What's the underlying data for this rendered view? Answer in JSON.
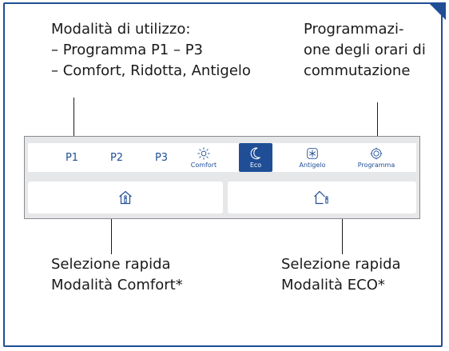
{
  "annotations": {
    "modes_title": "Modalità di utilizzo:",
    "modes_line1": "– Programma P1  – P3",
    "modes_line2": "– Comfort, Ridotta, Antigelo",
    "prog_line1": "Programmazi-",
    "prog_line2": "one degli orari di",
    "prog_line3": "commutazione",
    "comfort_line1": "Selezione rapida",
    "comfort_line2": "Modalità Comfort*",
    "eco_line1": "Selezione rapida",
    "eco_line2": "Modalità ECO*"
  },
  "toolbar": {
    "p1": "P1",
    "p2": "P2",
    "p3": "P3",
    "comfort": "Comfort",
    "eco": "Eco",
    "antigelo": "Antigelo",
    "programma": "Programma",
    "active": "eco"
  },
  "quick_select": {
    "comfort_icon": "house-person-icon",
    "eco_icon": "house-person-outside-icon"
  },
  "colors": {
    "accent": "#1f4e96",
    "panel": "#e6e7e9",
    "border": "#1f4e96"
  }
}
